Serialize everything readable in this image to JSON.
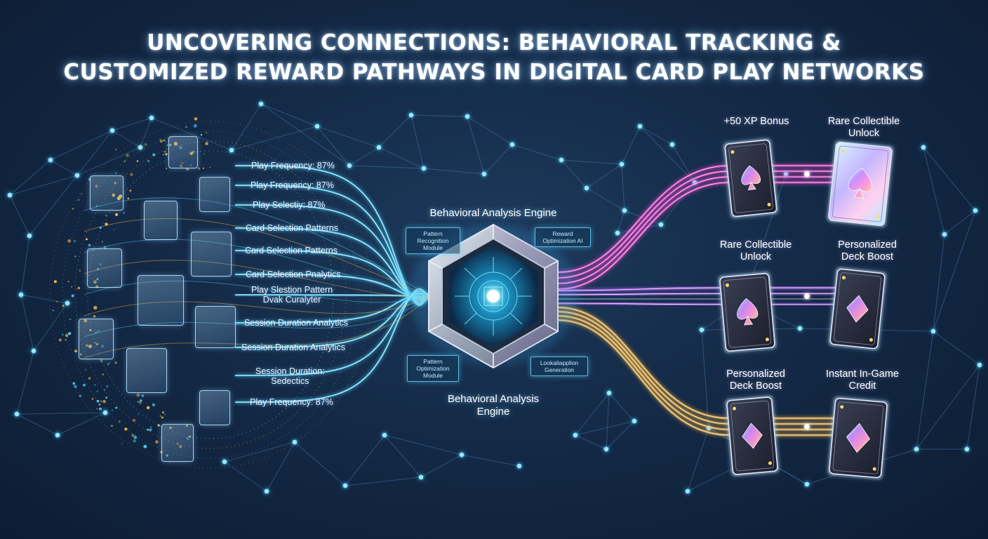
{
  "title": {
    "line1": "UNCOVERING CONNECTIONS: BEHAVIORAL TRACKING &",
    "line2": "CUSTOMIZED REWARD PATHWAYS IN DIGITAL CARD PLAY NETWORKS"
  },
  "metrics": [
    "Play Frequency: 87%",
    "Play Frequency: 87%",
    "Play Selectiy: 87%",
    "Card Selection Patterns",
    "Card Selection Patterns",
    "Card Selection Pnalytics",
    "Play Slestion Pattern",
    "Dvak Curalyter",
    "Session Duration Analytics",
    "Session Duration Analytics",
    "Session Duration:",
    "Sedectics",
    "Play Frequency: 87%"
  ],
  "engine": {
    "top_label": "Behavioral Analysis Engine",
    "bottom_label_1": "Behavioral Analysis",
    "bottom_label_2": "Engine",
    "modules": [
      {
        "line1": "Pattern",
        "line2": "Recognition",
        "line3": "Module"
      },
      {
        "line1": "Reward",
        "line2": "Optimization AI",
        "line3": ""
      },
      {
        "line1": "Pattern",
        "line2": "Optimization",
        "line3": "Module"
      },
      {
        "line1": "Lookaliapplion",
        "line2": "Generation",
        "line3": ""
      }
    ]
  },
  "rewards": [
    {
      "line1": "+50 XP Bonus",
      "line2": ""
    },
    {
      "line1": "Rare Collectible",
      "line2": "Unlock"
    },
    {
      "line1": "Rare Collectible",
      "line2": "Unlock"
    },
    {
      "line1": "Personalized",
      "line2": "Deck Boost"
    },
    {
      "line1": "Personalized",
      "line2": "Deck Boost"
    },
    {
      "line1": "Instant In-Game",
      "line2": "Credit"
    }
  ],
  "colors": {
    "background": "#142a47",
    "network_node": "#3fd3ff",
    "stream_cyan": "#55d8ff",
    "stream_gold": "#ffbe45",
    "stream_magenta": "#ff4fd8",
    "stream_violet": "#c06bff"
  },
  "icons": {
    "avatar": "user-silhouette-icon",
    "engine": "hexagon-core-icon",
    "card": "playing-card-icon"
  }
}
